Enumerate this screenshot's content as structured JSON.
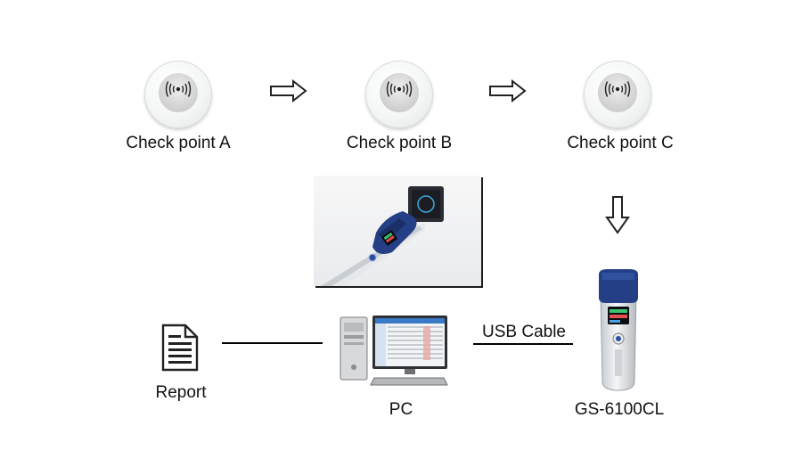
{
  "checkpoints": [
    {
      "label": "Check point A"
    },
    {
      "label": "Check point B"
    },
    {
      "label": "Check point C"
    }
  ],
  "devices": {
    "reader_label": "GS-6100CL",
    "pc_label": "PC",
    "report_label": "Report",
    "cable_label": "USB Cable"
  },
  "icons": {
    "tag": "rfid-wave-icon",
    "arrow": "outline-arrow-icon",
    "report": "document-icon"
  },
  "colors": {
    "device_blue": "#243f85",
    "text": "#111111"
  }
}
